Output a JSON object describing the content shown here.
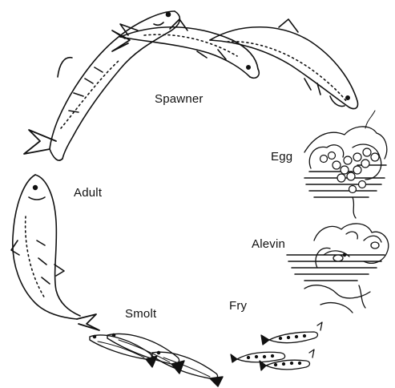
{
  "stages": {
    "spawner": "Spawner",
    "egg": "Egg",
    "adult": "Adult",
    "alevin": "Alevin",
    "fry": "Fry",
    "smolt": "Smolt"
  }
}
